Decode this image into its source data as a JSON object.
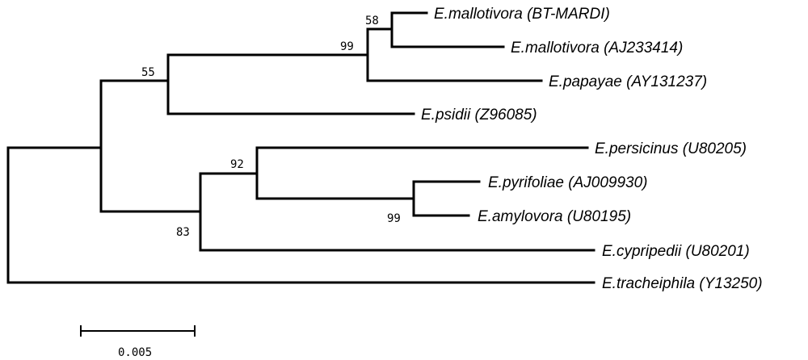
{
  "leaves": [
    {
      "id": "mallotivora_bt",
      "label": "E.mallotivora (BT-MARDI)"
    },
    {
      "id": "mallotivora_aj",
      "label": "E.mallotivora (AJ233414)"
    },
    {
      "id": "papayae",
      "label": "E.papayae (AY131237)"
    },
    {
      "id": "psidii",
      "label": "E.psidii (Z96085)"
    },
    {
      "id": "persicinus",
      "label": "E.persicinus (U80205)"
    },
    {
      "id": "pyrifoliae",
      "label": "E.pyrifoliae (AJ009930)"
    },
    {
      "id": "amylovora",
      "label": "E.amylovora (U80195)"
    },
    {
      "id": "cypripedii",
      "label": "E.cypripedii (U80201)"
    },
    {
      "id": "tracheiphila",
      "label": "E.tracheiphila (Y13250)"
    }
  ],
  "bootstrap_values": [
    {
      "clade": "mallotivora",
      "value": "58"
    },
    {
      "clade": "mallotivora+papayae",
      "value": "99"
    },
    {
      "clade": "mallotivora+papayae+psidii",
      "value": "55"
    },
    {
      "clade": "persicinus+pyrifoliae+amylovora",
      "value": "92"
    },
    {
      "clade": "pyrifoliae+amylovora",
      "value": "99"
    },
    {
      "clade": "persicinus+pyrifoliae+amylovora+cypripedii",
      "value": "83"
    }
  ],
  "scale_bar": {
    "label": "0.005"
  }
}
